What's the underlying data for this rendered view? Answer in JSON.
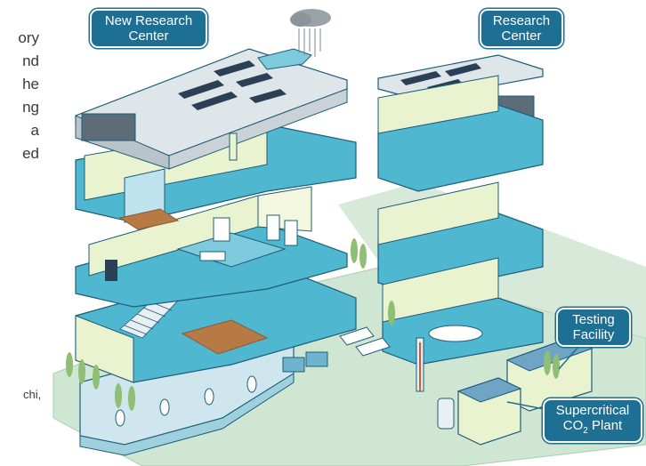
{
  "left_text_fragments": [
    "ory",
    "nd",
    "he",
    "ng",
    "a",
    "ed"
  ],
  "left_caption_fragment": "chi,",
  "callouts": {
    "new_research_center": [
      "New Research",
      "Center"
    ],
    "research_center": [
      "Research",
      "Center"
    ],
    "testing_facility": [
      "Testing",
      "Facility"
    ],
    "co2_plant_line1": "Supercritical",
    "co2_plant_line2_prefix": "CO",
    "co2_plant_line2_sub": "2",
    "co2_plant_line2_suffix": " Plant"
  },
  "colors": {
    "ground": "#cfe6d2",
    "floor": "#4fb7cf",
    "floor_dark": "#2d8fb0",
    "wall": "#eaf3cf",
    "outline": "#1e5d79",
    "callout": "#1e6f94",
    "solar": "#2b3f57",
    "wood": "#b77a45",
    "tree": "#8fbf74"
  }
}
